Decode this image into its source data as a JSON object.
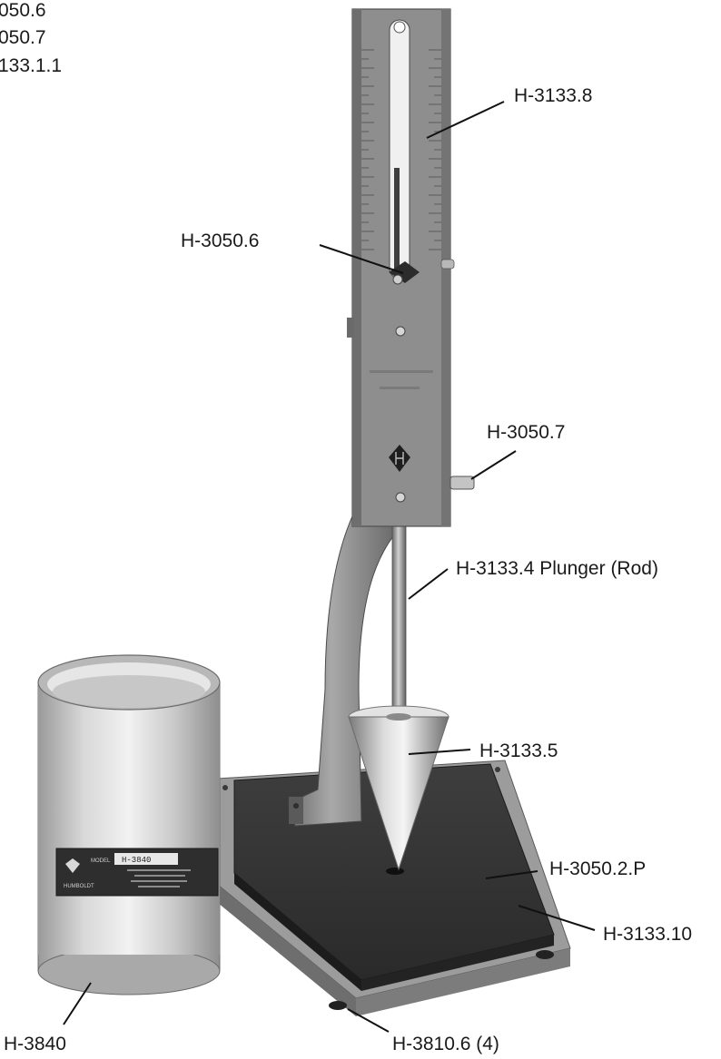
{
  "figure": {
    "top_left_labels": [
      "050.6",
      "050.7",
      "133.1.1"
    ],
    "callouts": {
      "scale_plate": "H-3133.8",
      "pointer": "H-3050.6",
      "pin": "H-3050.7",
      "plunger": "H-3133.4 Plunger (Rod)",
      "cone": "H-3133.5",
      "base_plate": "H-3050.2.P",
      "base": "H-3133.10",
      "feet": "H-3810.6 (4)",
      "container": "H-3840"
    },
    "container_label": {
      "model_prefix": "MODEL",
      "model_value": "H-3840",
      "brand": "HUMBOLDT"
    }
  }
}
